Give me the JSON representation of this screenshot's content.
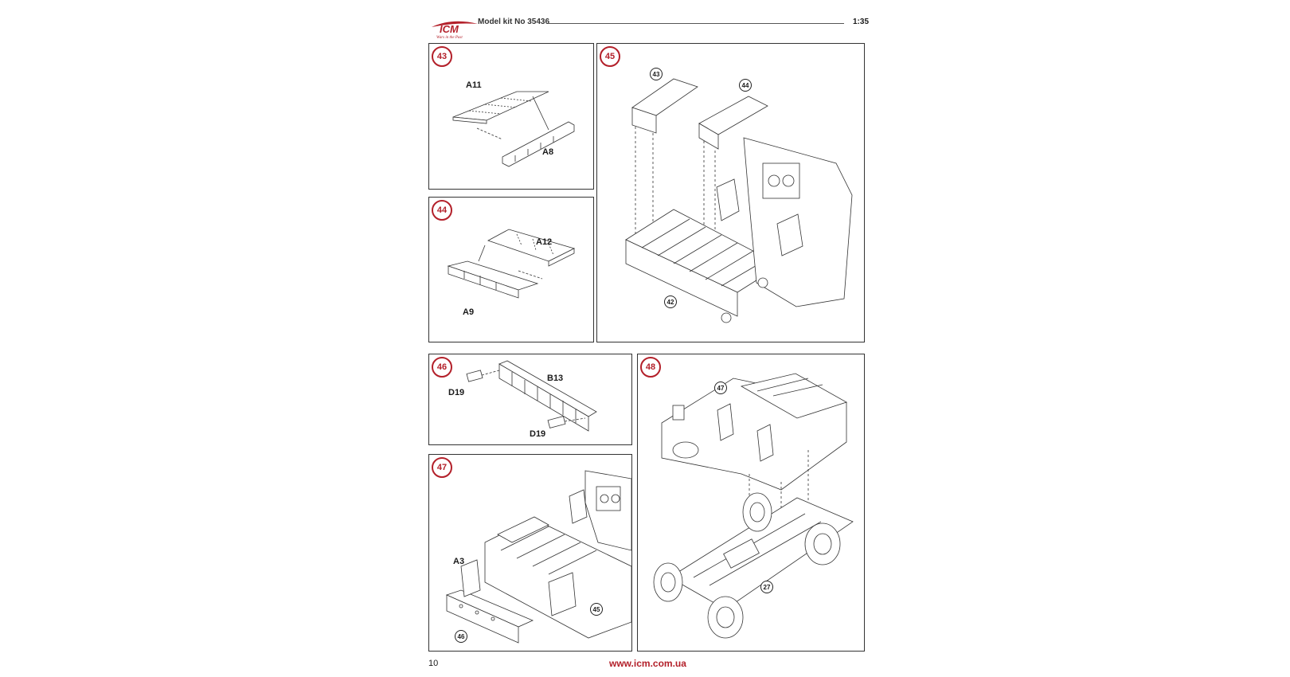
{
  "header": {
    "logo_text": "ICM",
    "logo_tagline": "Wars in the Past",
    "model_kit": "Model kit No 35436",
    "scale": "1:35"
  },
  "steps": [
    {
      "number": "43",
      "parts": [
        "A11",
        "A8"
      ],
      "refs": []
    },
    {
      "number": "44",
      "parts": [
        "A12",
        "A9"
      ],
      "refs": []
    },
    {
      "number": "45",
      "parts": [],
      "refs": [
        "43",
        "44",
        "42"
      ]
    },
    {
      "number": "46",
      "parts": [
        "B13",
        "D19",
        "D19"
      ],
      "refs": []
    },
    {
      "number": "47",
      "parts": [
        "A3"
      ],
      "refs": [
        "45",
        "46"
      ]
    },
    {
      "number": "48",
      "parts": [],
      "refs": [
        "47",
        "27"
      ]
    }
  ],
  "footer": {
    "page_number": "10",
    "website": "www.icm.com.ua"
  },
  "colors": {
    "accent": "#b3202a",
    "line": "#333333"
  },
  "icons": {
    "logo": "icm-logo-icon"
  }
}
